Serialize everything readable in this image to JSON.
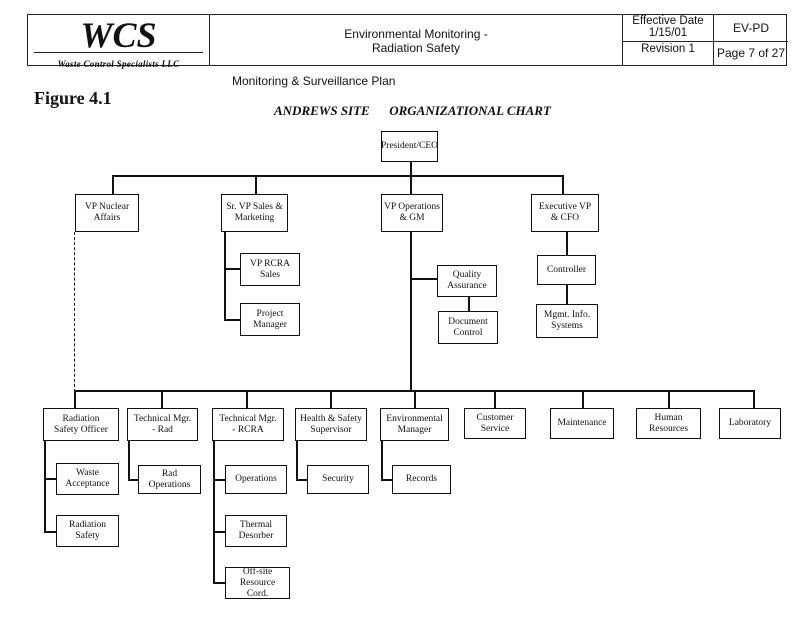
{
  "header": {
    "logo_main": "WCS",
    "logo_sub": "Waste Control Specialists LLC",
    "title_line1": "Environmental Monitoring -",
    "title_line2": "Radiation Safety",
    "effective_label": "Effective Date",
    "effective_date": "1/15/01",
    "revision": "Revision 1",
    "doc_code": "EV-PD",
    "page": "Page 7 of 27"
  },
  "subtitle": "Monitoring & Surveillance Plan",
  "figure_label": "Figure 4.1",
  "chart_title": "ANDREWS SITE      ORGANIZATIONAL CHART",
  "org": {
    "president": "President/CEO",
    "vp_nuclear": "VP Nuclear\nAffairs",
    "vp_sales": "Sr. VP Sales &\nMarketing",
    "vp_ops": "VP Operations\n& GM",
    "exec_vp": "Executive VP\n& CFO",
    "vp_rcra_sales": "VP RCRA\nSales",
    "project_manager": "Project\nManager",
    "quality_assurance": "Quality\nAssurance",
    "document_control": "Document\nControl",
    "controller": "Controller",
    "mgmt_info": "Mgmt. Info.\nSystems",
    "rso": "Radiation\nSafety Officer",
    "tech_rad": "Technical Mgr.\n- Rad",
    "tech_rcra": "Technical Mgr.\n- RCRA",
    "hs_supervisor": "Health & Safety\nSupervisor",
    "env_manager": "Environmental\nManager",
    "customer_service": "Customer\nService",
    "maintenance": "Maintenance",
    "human_resources": "Human\nResources",
    "laboratory": "Laboratory",
    "waste_acceptance": "Waste\nAcceptance",
    "radiation_safety": "Radiation\nSafety",
    "rad_operations": "Rad Operations",
    "operations": "Operations",
    "thermal_desorber": "Thermal\nDesorber",
    "offsite_resource": "Off-site\nResource Cord.",
    "security": "Security",
    "records": "Records"
  }
}
